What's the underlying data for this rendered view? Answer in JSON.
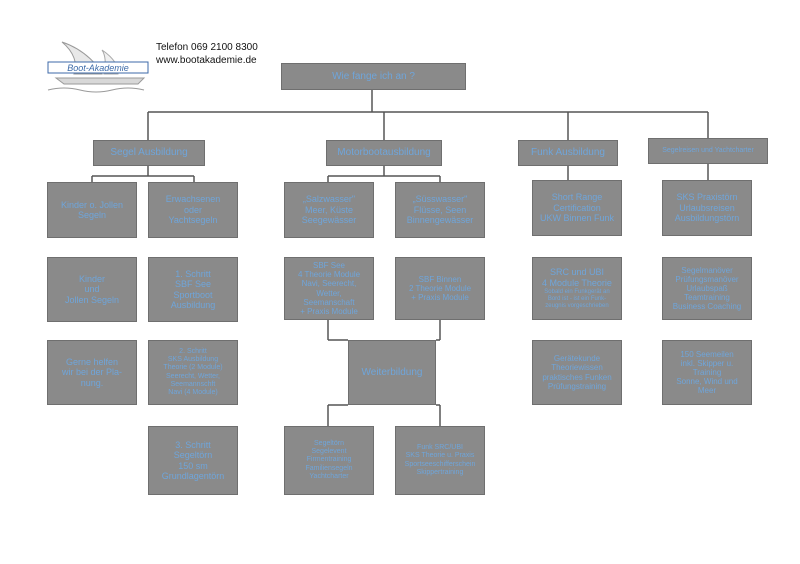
{
  "header": {
    "logo_text": "Boot-Akademie",
    "phone": "Telefon 069 2100 8300",
    "website": "www.bootakademie.de"
  },
  "root": "Wie fange ich an ?",
  "categories": {
    "segel": "Segel Ausbildung",
    "motor": "Motorbootausbildung",
    "funk": "Funk Ausbildung",
    "reisen": "Segelreisen und Yachtcharter"
  },
  "segel": {
    "kinder_jollen": "Kinder o. Jollen\nSegeln",
    "erwachsene": "Erwachsenen\noder\nYachtsegeln",
    "kinder_und_jollen": "Kinder\nund\nJollen Segeln",
    "gerne_helfen": "Gerne helfen\nwir bei der Pla-\nnung.",
    "schritt1": "1. Schritt\nSBF See\nSportboot\nAusbildung",
    "schritt2": "2. Schritt\nSKS Ausbildung\nTheorie  (2 Module)\nSeerecht, Wetter,\nSeemannschft\nNavi (4 Module)",
    "schritt3": "3. Schritt\nSegeltörn\n150 sm\nGrundlagentörn"
  },
  "motor": {
    "salzwasser": "„Salzwasser\"\nMeer, Küste\nSeegewässer",
    "suesswasser": "„Süsswasser\"\nFlüsse, Seen\nBinnengewässer",
    "sbf_see": "SBF See\n4 Theorie Module\nNavi, Seerecht,\nWetter,\nSeemanschaft\n+ Praxis Module",
    "sbf_binnen": "SBF Binnen\n2 Theorie Module\n+ Praxis Module",
    "weiterbildung": "Weiterbildung",
    "segeltoern": "Segeltörn\nSegelevent\nFirmentraining\nFamiliensegeln\nYachtcharter",
    "funk_src": "Funk SRC/UBI\nSKS Theorie u. Praxis\nSportseeschifferschein\nSkippertraining"
  },
  "funk": {
    "short_range": "Short Range\nCertification\nUKW Binnen Funk",
    "src_ubi": "SRC und UBI\n4 Module Theorie",
    "src_ubi_note": "Sobald ein Funkgerät an\nBord ist - ist ein Funk-\nzeugnis vorgeschrieben",
    "geraetekunde": "Gerätekunde\nTheoriewissen\npraktisches Funken\nPrüfungstraining"
  },
  "reisen": {
    "sks_praxis": "SKS Praxistörn\nUrlaubsreisen\nAusbildungstörn",
    "segelmanoever": "Segelmanöver\nPrüfungsmanöver\nUrlaubspaß\nTeamtraining\nBusiness Coaching",
    "seemeilen": "150 Seemeilen\ninkl. Skipper u.\nTraining\nSonne, Wind und\nMeer"
  },
  "colors": {
    "box_fill": "#8a8a8a",
    "box_text": "#6fa5da",
    "line": "#555555",
    "logo_blue": "#3c6aa8"
  }
}
